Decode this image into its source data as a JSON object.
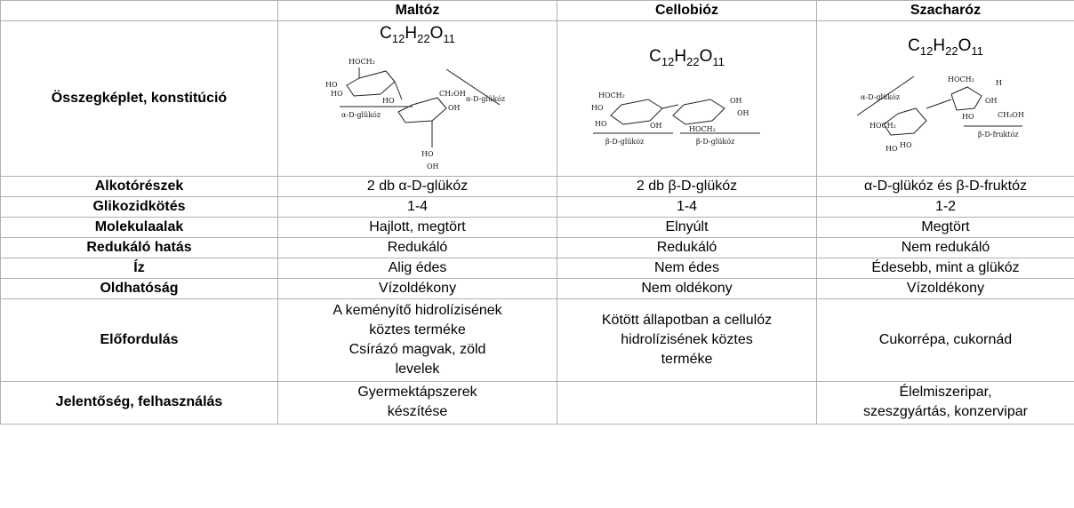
{
  "headers": [
    "",
    "Maltóz",
    "Cellobióz",
    "Szacharóz"
  ],
  "formula_row": {
    "label": "Összegképlet, konstitúció",
    "formula": {
      "c": "C",
      "c_sub": "12",
      "h": "H",
      "h_sub": "22",
      "o": "O",
      "o_sub": "11"
    },
    "maltose": {
      "l1": "α-D-glükóz",
      "l2": "α-D-glükóz",
      "hoch2": "HOCH₂",
      "ch2oh": "CH₂OH",
      "ho": "HO",
      "oh": "OH"
    },
    "cellobiose": {
      "l1": "β-D-glükóz",
      "l2": "β-D-glükóz",
      "hoch2": "HOCH₂",
      "oh": "OH",
      "ho": "HO"
    },
    "sucrose": {
      "l1": "α-D-glükóz",
      "l2": "β-D-fruktóz",
      "hoch2": "HOCH₂",
      "ch2oh": "CH₂OH",
      "ho": "HO",
      "oh": "OH",
      "h": "H"
    }
  },
  "rows": [
    {
      "label": "Alkotórészek",
      "maltose": "2 db α-D-glükóz",
      "cellobiose": "2 db β-D-glükóz",
      "sucrose": "α-D-glükóz és β-D-fruktóz"
    },
    {
      "label": "Glikozidkötés",
      "maltose": "1-4",
      "cellobiose": "1-4",
      "sucrose": "1-2"
    },
    {
      "label": "Molekulaalak",
      "maltose": "Hajlott, megtört",
      "cellobiose": "Elnyúlt",
      "sucrose": "Megtört"
    },
    {
      "label": "Redukáló hatás",
      "maltose": "Redukáló",
      "cellobiose": "Redukáló",
      "sucrose": "Nem redukáló"
    },
    {
      "label": "Íz",
      "maltose": "Alig édes",
      "cellobiose": "Nem édes",
      "sucrose": "Édesebb, mint a glükóz"
    },
    {
      "label": "Oldhatóság",
      "maltose": "Vízoldékony",
      "cellobiose": "Nem oldékony",
      "sucrose": "Vízoldékony"
    }
  ],
  "occurrence": {
    "label": "Előfordulás",
    "maltose": [
      "A keményítő hidrolízisének",
      "köztes terméke",
      "Csírázó magvak, zöld",
      "levelek"
    ],
    "cellobiose": [
      "Kötött állapotban a cellulóz",
      "hidrolízisének köztes",
      "terméke"
    ],
    "sucrose": [
      "Cukorrépa, cukornád"
    ]
  },
  "usage": {
    "label": "Jelentőség, felhasználás",
    "maltose": [
      "Gyermektápszerek",
      "készítése"
    ],
    "cellobiose": [],
    "sucrose": [
      "Élelmiszeripar,",
      "szeszgyártás, konzervipar"
    ]
  }
}
